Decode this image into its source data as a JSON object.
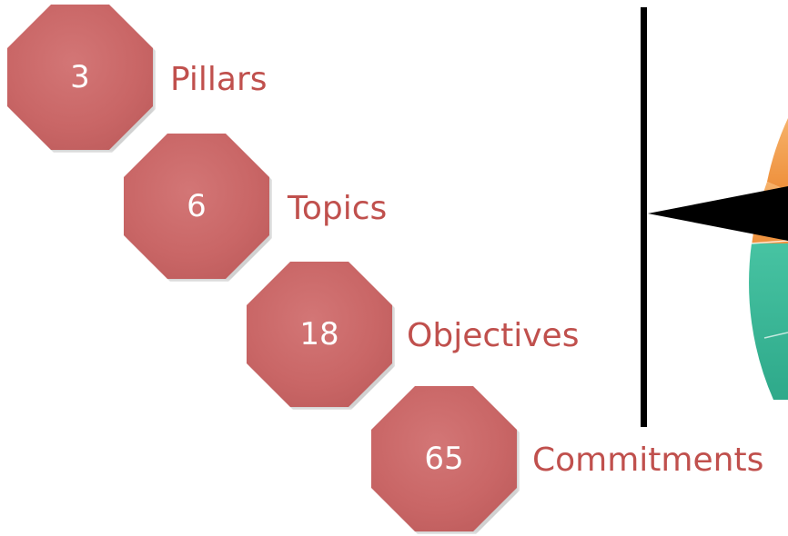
{
  "hierarchy": {
    "items": [
      {
        "number": "3",
        "label": "Pillars"
      },
      {
        "number": "6",
        "label": "Topics"
      },
      {
        "number": "18",
        "label": "Objectives"
      },
      {
        "number": "65",
        "label": "Commitments"
      }
    ]
  },
  "colors": {
    "octagon_fill": "#c96666",
    "label_color": "#c0504d",
    "number_color": "#ffffff",
    "divider_color": "#000000",
    "wheel_orange": "#f4a35a",
    "wheel_teal": "#3fb99a"
  },
  "icons": {
    "arrow": "arrow-left-icon"
  }
}
